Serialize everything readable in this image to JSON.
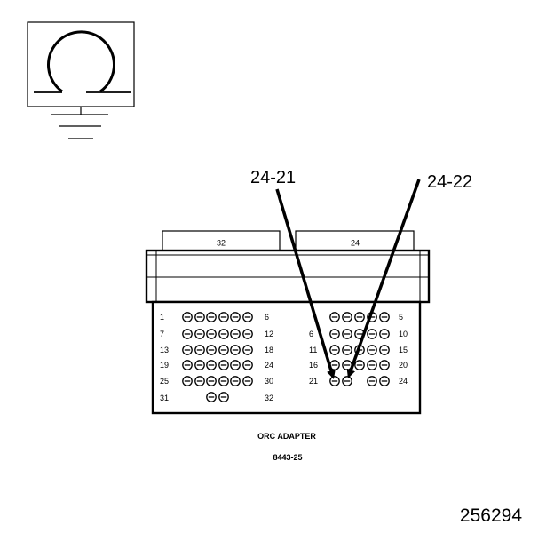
{
  "header": {
    "left_connector": "32",
    "right_connector": "24"
  },
  "callouts": {
    "left": "24-21",
    "right": "24-22"
  },
  "adapter": {
    "title": "ORC ADAPTER",
    "part_number": "8443-25"
  },
  "left_block": {
    "start_labels": [
      "1",
      "7",
      "13",
      "19",
      "25",
      "31"
    ],
    "end_labels": [
      "6",
      "12",
      "18",
      "24",
      "30",
      "32"
    ]
  },
  "right_block": {
    "start_labels": [
      "",
      "6",
      "11",
      "16",
      "21"
    ],
    "end_labels": [
      "5",
      "10",
      "15",
      "20",
      "24"
    ]
  },
  "figure_number": "256294",
  "icons": {
    "meter": "ohmmeter-icon",
    "ground": "ground-icon"
  }
}
